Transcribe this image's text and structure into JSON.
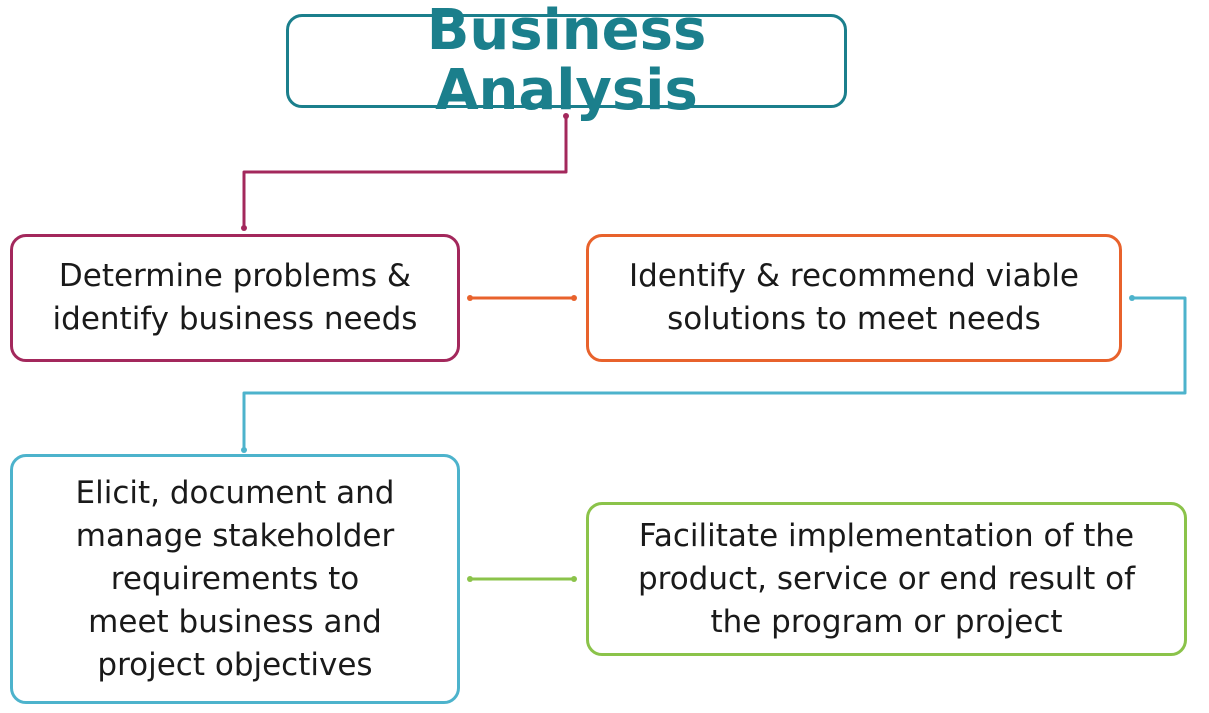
{
  "title": {
    "text": "Business Analysis",
    "color": "#1b7f8c"
  },
  "boxes": [
    {
      "text": "Determine problems &\nidentify business needs",
      "color": "#a3285c"
    },
    {
      "text": "Identify & recommend viable\nsolutions to meet needs",
      "color": "#e8622c"
    },
    {
      "text": "Elicit, document and\nmanage stakeholder\nrequirements to\nmeet business and\nproject objectives",
      "color": "#4db3cc"
    },
    {
      "text": "Facilitate implementation of the\nproduct, service or end result of\nthe program or project",
      "color": "#8bc34a"
    }
  ]
}
